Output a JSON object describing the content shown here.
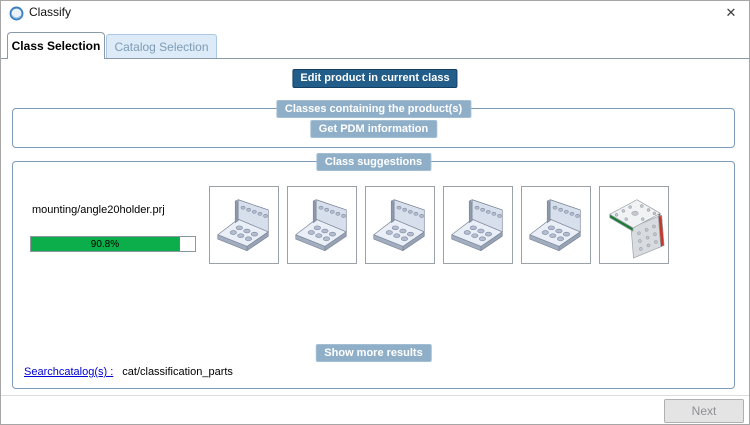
{
  "window": {
    "title": "Classify",
    "close_glyph": "✕"
  },
  "tabs": {
    "class_selection": {
      "label": "Class Selection",
      "active": true
    },
    "catalog_selection": {
      "label": "Catalog Selection",
      "active": false
    }
  },
  "buttons": {
    "edit_product": "Edit product in current class",
    "get_pdm": "Get PDM information",
    "show_more": "Show more results",
    "next": "Next",
    "next_enabled": false
  },
  "groups": {
    "classes_containing": "Classes containing the product(s)",
    "class_suggestions": "Class suggestions"
  },
  "suggestion": {
    "project": "mounting/angle20holder.prj",
    "confidence_label": "90.8%",
    "confidence_value": 90.8,
    "thumbnails": [
      {
        "name": "angle-bracket-result-1",
        "variant": "standard"
      },
      {
        "name": "angle-bracket-result-2",
        "variant": "standard"
      },
      {
        "name": "angle-bracket-result-3",
        "variant": "standard"
      },
      {
        "name": "angle-bracket-result-4",
        "variant": "standard"
      },
      {
        "name": "angle-bracket-result-5",
        "variant": "standard"
      },
      {
        "name": "angle-holder-result-6",
        "variant": "colored"
      }
    ]
  },
  "search": {
    "label": "Searchcatalog(s) :",
    "value": "cat/classification_parts"
  },
  "colors": {
    "accent_dark_button": "#235d8a",
    "accent_light_button": "#8fafc9",
    "groupbox_border": "#7d9cb8",
    "tab_inactive_bg": "#dcebf7",
    "progress_green": "#0bae4a",
    "link_blue": "#0000d4"
  }
}
